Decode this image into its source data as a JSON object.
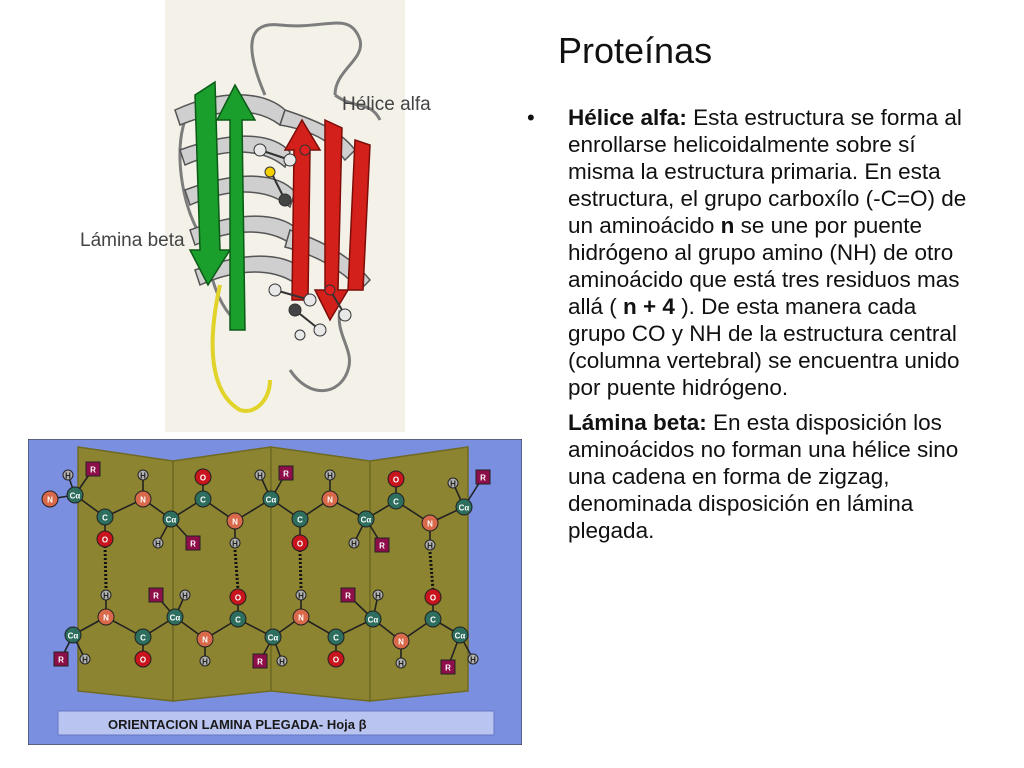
{
  "title": "Proteínas",
  "paragraphs": [
    {
      "bullet": "•",
      "segments": [
        {
          "text": "Hélice alfa:",
          "bold": true
        },
        {
          "text": " Esta estructura se forma al enrollarse helicoidalmente sobre sí misma la estructura primaria. En esta estructura, el grupo carboxílo (-C=O) de un aminoácido ",
          "bold": false
        },
        {
          "text": "n",
          "bold": true
        },
        {
          "text": " se une por puente hidrógeno al grupo amino (NH) de otro aminoácido que está tres residuos mas allá ( ",
          "bold": false
        },
        {
          "text": "n + 4",
          "bold": true
        },
        {
          "text": " ). De esta manera cada grupo CO y NH de la estructura central (columna vertebral) se encuentra unido por puente hidrógeno.",
          "bold": false
        }
      ]
    },
    {
      "bullet": "",
      "segments": [
        {
          "text": "Lámina beta:",
          "bold": true
        },
        {
          "text": " En esta disposición los aminoácidos no forman una hélice sino una cadena en forma de zigzag, denominada disposición en lámina plegada.",
          "bold": false
        }
      ]
    }
  ],
  "protein_figure": {
    "label_helix": "Hélice alfa",
    "label_sheet": "Lámina beta"
  },
  "sheet_figure": {
    "caption": "ORIENTACION LAMINA PLEGADA- Hoja β",
    "atom_labels": {
      "N": "N",
      "H": "H",
      "C": "C",
      "O": "O",
      "Ca": "Cα",
      "R": "R"
    },
    "colors": {
      "background": "#7a8fe0",
      "panel": "#8c8431",
      "panel_dark": "#6f6a22",
      "nitrogen": "#d8694a",
      "carbon": "#2e6e5e",
      "oxygen": "#c8141c",
      "hydrogen": "#b0b0b0",
      "r_group": "#8e0e4a"
    }
  }
}
